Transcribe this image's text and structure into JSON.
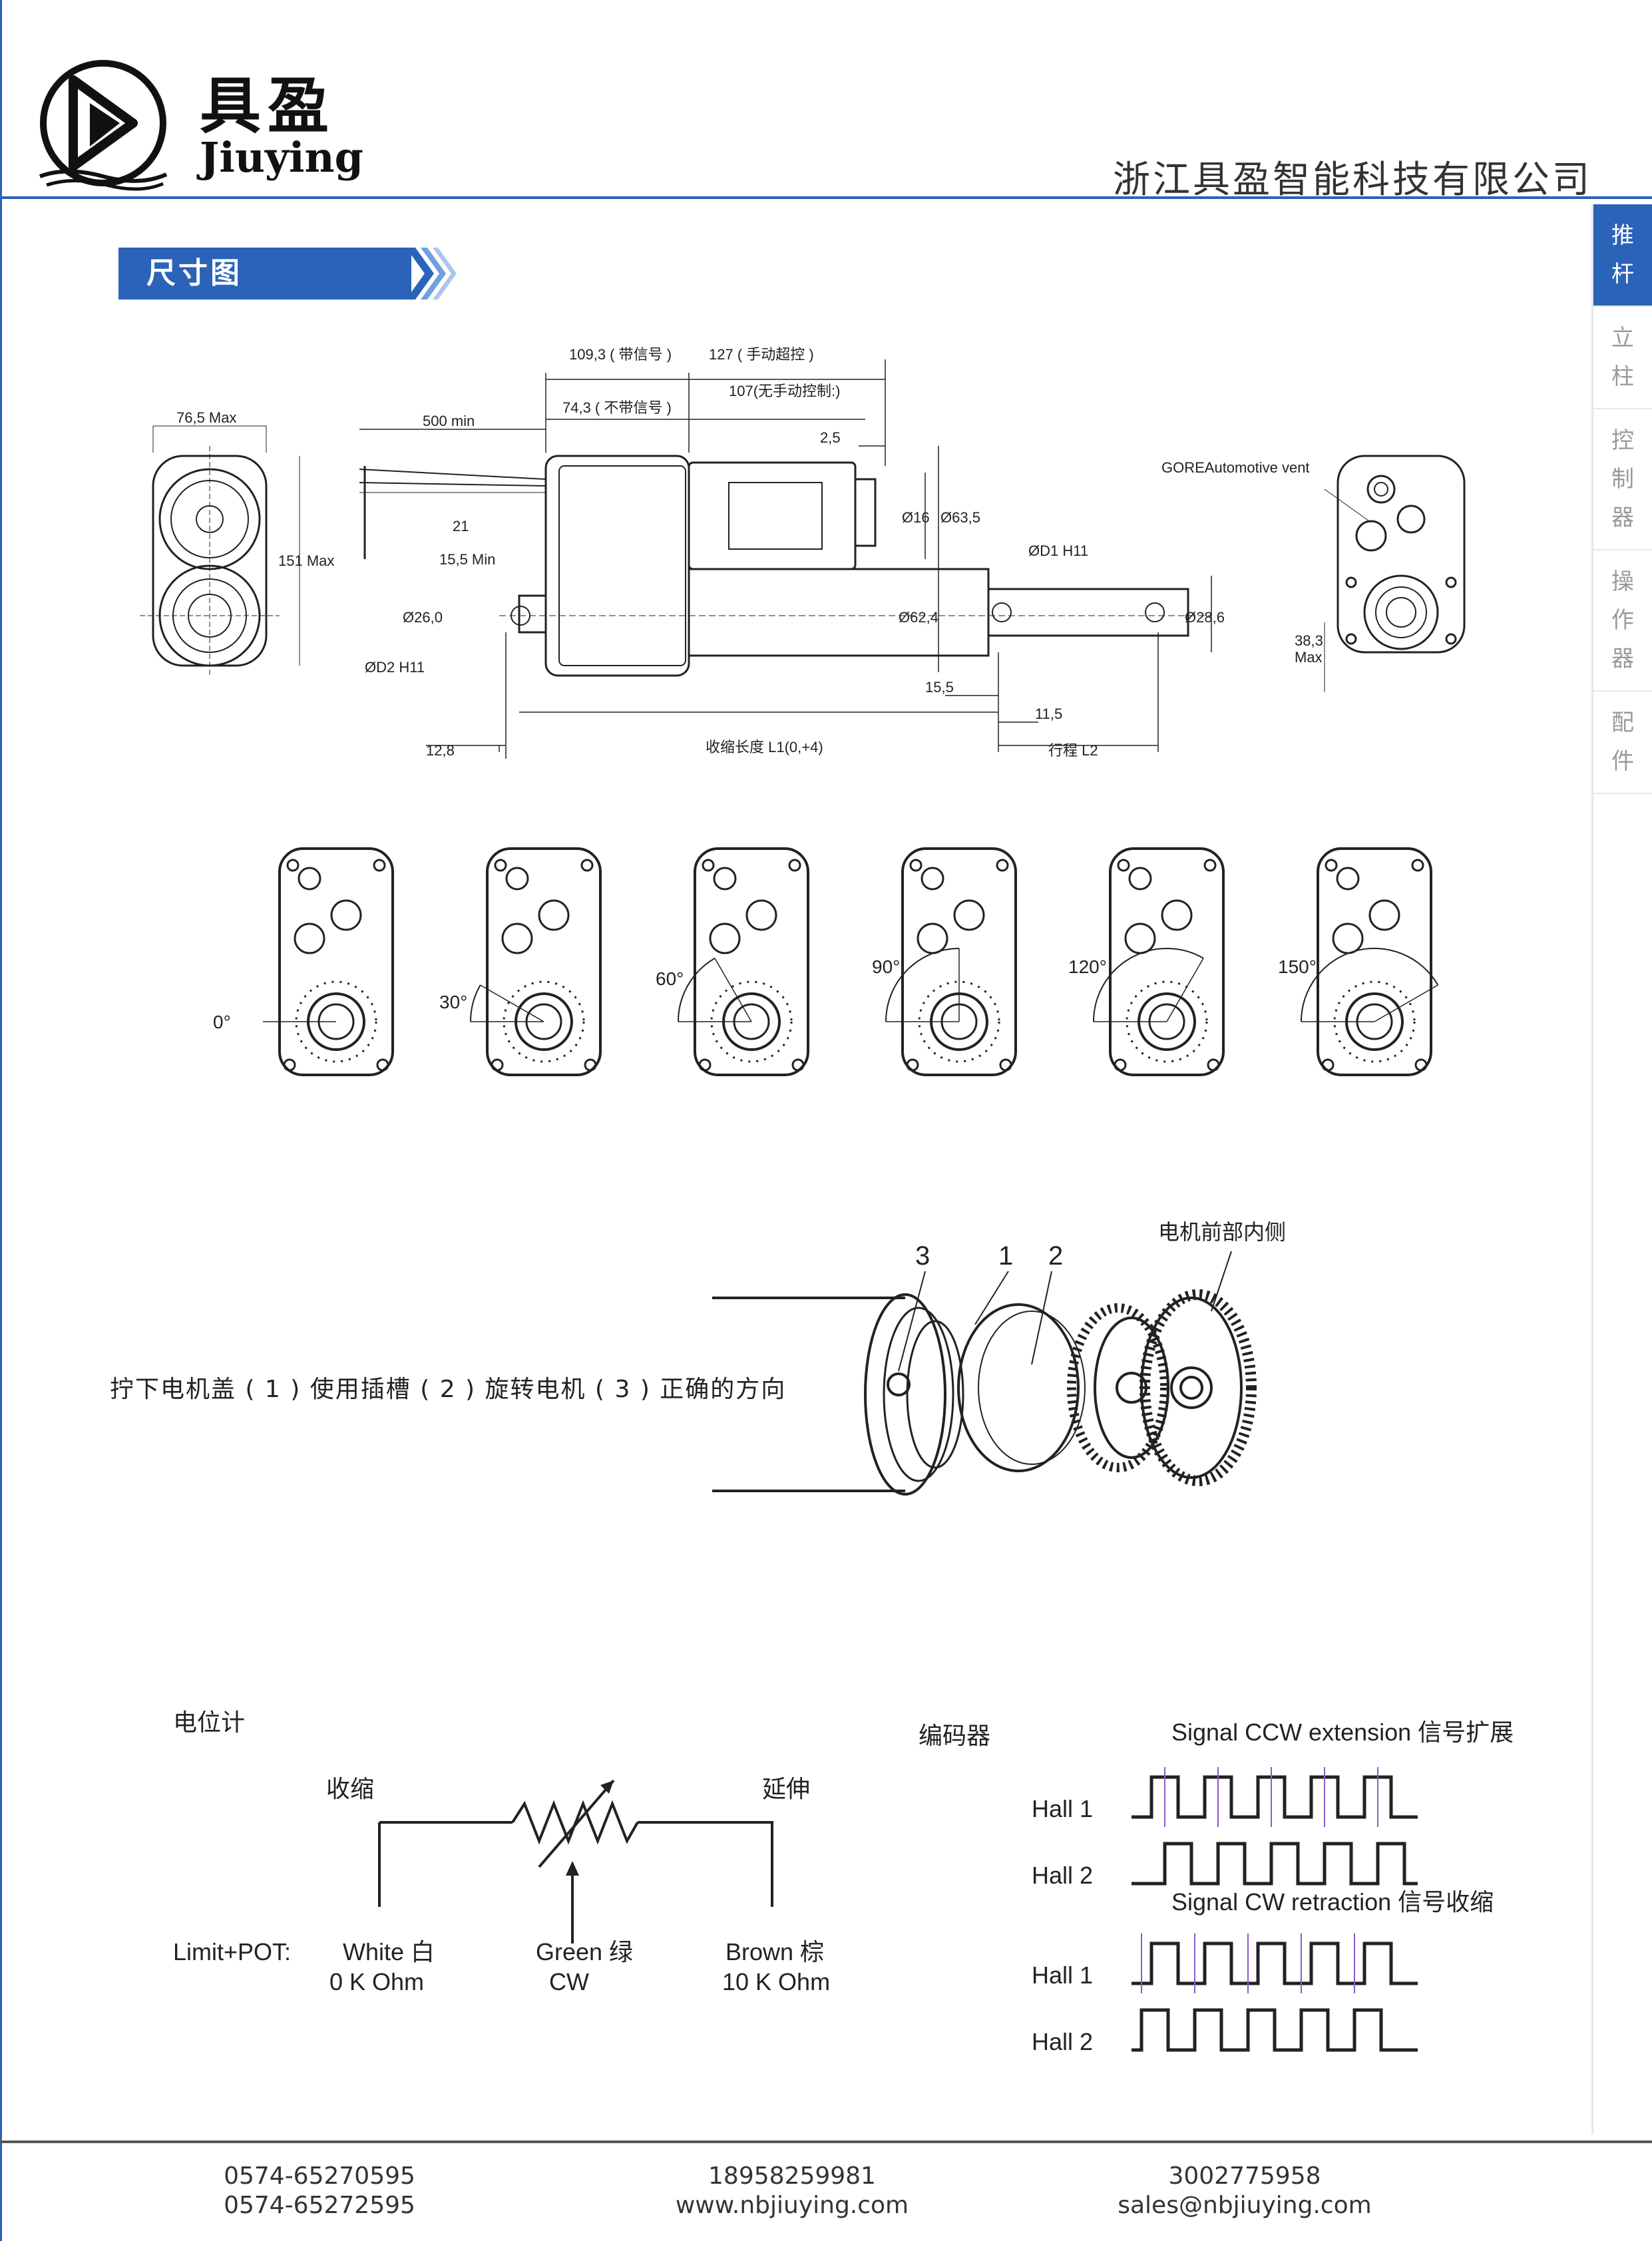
{
  "brand": {
    "name_cn": "具盈",
    "name_en": "Jiuying"
  },
  "company": "浙江具盈智能科技有限公司",
  "nav": [
    {
      "label": "推杆",
      "active": true
    },
    {
      "label": "立柱",
      "active": false
    },
    {
      "label": "控制器",
      "active": false
    },
    {
      "label": "操作器",
      "active": false
    },
    {
      "label": "配件",
      "active": false
    }
  ],
  "section_title": "尺寸图",
  "drawing": {
    "width_max": "76,5 Max",
    "height_max": "151 Max",
    "cable": "500 min",
    "l_signal": "109,3 ( 带信号 )",
    "l_manual": "127 ( 手动超控 )",
    "l_nosignal": "74,3 ( 不带信号 )",
    "l_nomanual": "107(无手动控制:)",
    "d_2_5": "2,5",
    "d_21": "21",
    "d_15_5": "15,5 Min",
    "d_26": "Ø26,0",
    "d_d2": "ØD2 H11",
    "d_d1": "ØD1 H11",
    "d_16": "Ø16",
    "d_63": "Ø63,5",
    "d_62": "Ø62,4",
    "d_28": "Ø28,6",
    "d_15_5b": "15,5",
    "d_11_5": "11,5",
    "d_12_8": "12,8",
    "retracted": "收缩长度 L1(0,+4)",
    "stroke": "行程 L2",
    "vent": "GOREAutomotive vent",
    "d_38": "38,3",
    "max": "Max"
  },
  "rotations": [
    "0°",
    "30°",
    "60°",
    "90°",
    "120°",
    "150°"
  ],
  "assembly": {
    "num3": "3",
    "num1": "1",
    "num2": "2",
    "front_label": "电机前部内侧",
    "caption": "拧下电机盖 ( 1 ) 使用插槽 ( 2 ) 旋转电机 ( 3 ) 正确的方向"
  },
  "pot": {
    "title": "电位计",
    "retract": "收缩",
    "extend": "延伸",
    "prefix": "Limit+POT:",
    "white": "White 白",
    "white_ohm": "0 K Ohm",
    "green": "Green 绿",
    "green_cw": "CW",
    "brown": "Brown 棕",
    "brown_ohm": "10 K Ohm"
  },
  "encoder": {
    "title": "编码器",
    "ccw": "Signal CCW extension  信号扩展",
    "cw": "Signal CW retraction  信号收缩",
    "hall1": "Hall 1",
    "hall2": "Hall 2"
  },
  "footer": {
    "phone1": "0574-65270595",
    "phone2": "0574-65272595",
    "mobile": "18958259981",
    "web": "www.nbjiuying.com",
    "qq": "3002775958",
    "email": "sales@nbjiuying.com"
  }
}
